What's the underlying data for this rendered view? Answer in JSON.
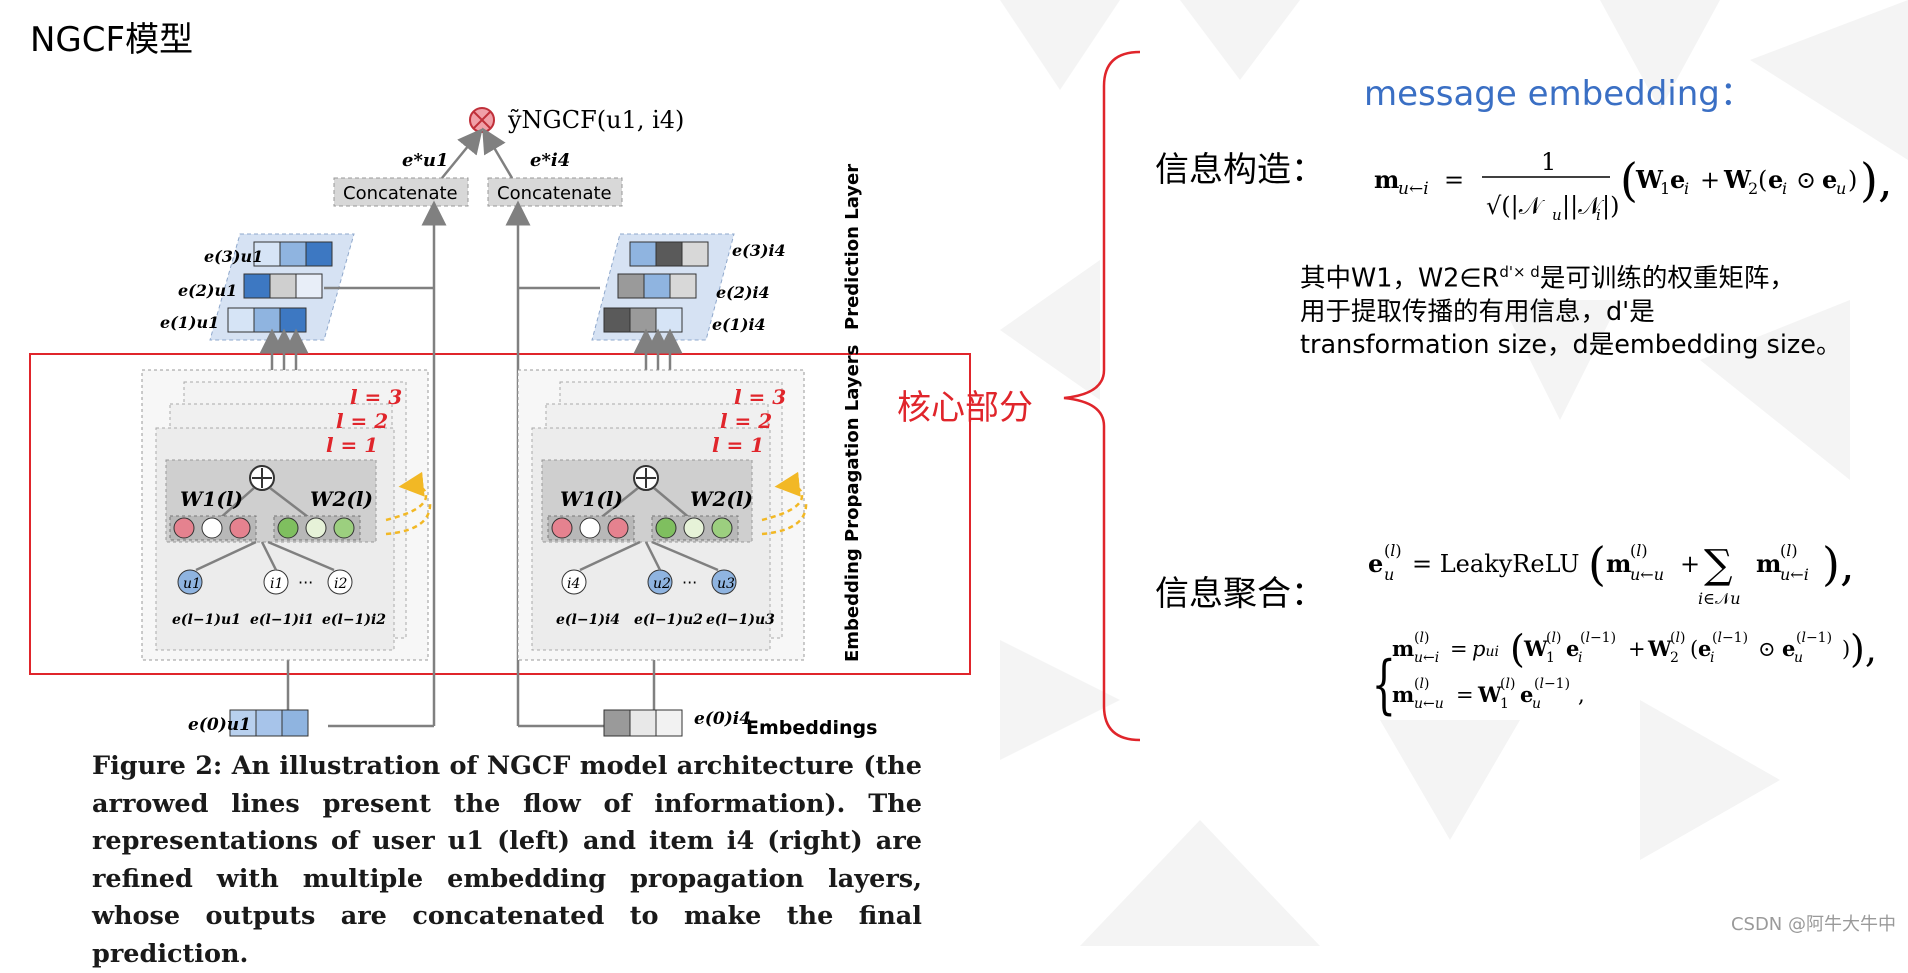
{
  "page_title": "NGCF模型",
  "diagram": {
    "output_label": "ỹNGCF(u1, i4)",
    "concat_left": "Concatenate",
    "concat_right": "Concatenate",
    "e_u_star": "e*u1",
    "e_i_star": "e*i4",
    "prediction_layer": "Prediction Layer",
    "propagation_layers": "Embedding Propagation Layers",
    "embeddings": "Embeddings",
    "l3": "l = 3",
    "l2": "l = 2",
    "l1": "l = 1",
    "w1": "W1(l)",
    "w2": "W2(l)",
    "left_stack_labels": [
      "e(3)u1",
      "e(2)u1",
      "e(1)u1"
    ],
    "right_stack_labels": [
      "e(3)i4",
      "e(2)i4",
      "e(1)i4"
    ],
    "left_nodes": [
      "u1",
      "i1",
      "i2"
    ],
    "right_nodes": [
      "i4",
      "u2",
      "u3"
    ],
    "left_node_embs": [
      "e(l−1)u1",
      "e(l−1)i1",
      "e(l−1)i2"
    ],
    "right_node_embs": [
      "e(l−1)i4",
      "e(l−1)u2",
      "e(l−1)u3"
    ],
    "ellipsis": "···",
    "left_input": "e(0)u1",
    "right_input": "e(0)i4"
  },
  "caption": "Figure 2: An illustration of NGCF model architecture (the arrowed lines present the flow of information). The representations of user u1 (left) and item i4 (right) are refined with multiple embedding propagation layers, whose outputs are concatenated to make the final prediction.",
  "core_label": "核心部分",
  "message_title": "message embedding：",
  "construct_label": "信息构造：",
  "aggregate_label": "信息聚合：",
  "formulas": {
    "message": "m u←i = 1 / √(|Nu||Ni|) (W1 ei + W2 (ei ⊙ eu)),",
    "aggregate": "e(l)u = LeakyReLU( m(l)u←u + Σ i∈Nu m(l)u←i ),",
    "high_order_1": "m(l)u←i = pui ( W1(l) ei(l−1) + W2(l) (ei(l−1) ⊙ eu(l−1)) ),",
    "high_order_2": "m(l)u←u = W1(l) eu(l−1),"
  },
  "note_line1_a": "其中W1，W2∈R",
  "note_line1_sup": "d'× d",
  "note_line1_b": "是可训练的权重矩阵，",
  "note_line2": "用于提取传播的有用信息，d'是",
  "note_line3": "transformation size，d是embedding size。",
  "watermark": "CSDN @阿牛大牛中",
  "colors": {
    "red": "#e0252b",
    "blue_title": "#3a6fc4",
    "box_gray": "#cfcfcf",
    "node_blue": "#8fb4e0",
    "node_red": "#e5828f",
    "node_green": "#7fbf5f",
    "arrow_gold": "#f2b825"
  }
}
